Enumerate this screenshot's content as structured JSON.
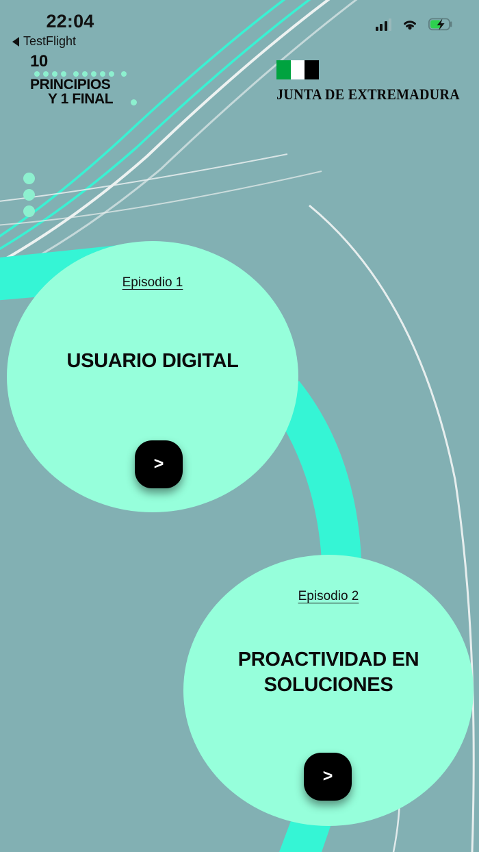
{
  "status_bar": {
    "time": "22:04",
    "back_label": "TestFlight",
    "icons": {
      "signal": "signal-bars-icon",
      "wifi": "wifi-icon",
      "battery": "battery-charging-icon"
    }
  },
  "brand": {
    "number": "10",
    "line1": "PRINCIPIOS",
    "line2": "Y 1 FINAL",
    "dot_count": 10
  },
  "institution": {
    "name": "JUNTA DE EXTREMADURA",
    "flag_colors": [
      "#00a33f",
      "#ffffff",
      "#000000"
    ]
  },
  "progress_dots": {
    "count": 3
  },
  "episodes": [
    {
      "label": "Episodio 1",
      "title": "USUARIO DIGITAL",
      "go_glyph": ">"
    },
    {
      "label": "Episodio 2",
      "title": "PROACTIVIDAD EN SOLUCIONES",
      "go_glyph": ">"
    }
  ],
  "colors": {
    "background": "#82b0b3",
    "node_fill": "#96ffdb",
    "accent_cyan": "#35f5d5",
    "line_white": "#f2f5f4",
    "dot_mint": "#8df0cf",
    "text_dark": "#0a0a0a"
  }
}
